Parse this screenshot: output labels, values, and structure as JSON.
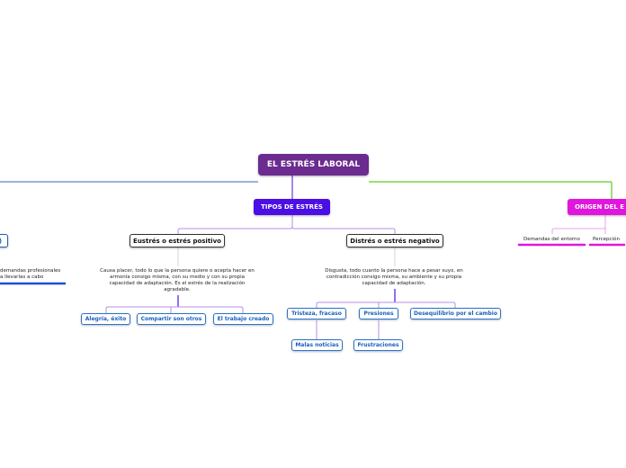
{
  "diagram": {
    "title": "EL ESTRÉS LABORAL",
    "tipos": {
      "label": "TIPOS DE ESTRÉS",
      "eustres": {
        "label": "Eustrés o estrés positivo",
        "description": "Causa placer, todo lo que la persona quiere o acepta hacer en armonía consigo misma, con su medio y con su propia capacidad de adaptación. Es el estrés de la realización agradable.",
        "items": [
          "Alegría, éxito",
          "Compartir son otros",
          "El trabajo creado"
        ]
      },
      "distres": {
        "label": "Distrés o estrés negativo",
        "description": "Disgusta, todo cuanto la persona hace a pesar suyo, en contradicción consigo misma, su ambiente y su propia capacidad de adaptación.",
        "items": [
          "Tristeza, fracaso",
          "Presiones",
          "Desequilibrio por el cambio"
        ],
        "subitems": [
          "Malas noticias",
          "Frustraciones"
        ]
      }
    },
    "origen": {
      "label": "ORIGEN DEL E",
      "items": [
        "Demandas del entorno",
        "Percepción"
      ]
    },
    "left_partial": {
      "node_label": ")",
      "text_line1": "demandas profesionales",
      "text_line2": "a llevarlas a cabo"
    }
  },
  "colors": {
    "root": "#6b2b8f",
    "tipos": "#4b0fe6",
    "origen": "#e016df",
    "leaf_border": "#2b72c9",
    "left_branch": "#1b4fd8",
    "green_line": "#7fd44a"
  }
}
